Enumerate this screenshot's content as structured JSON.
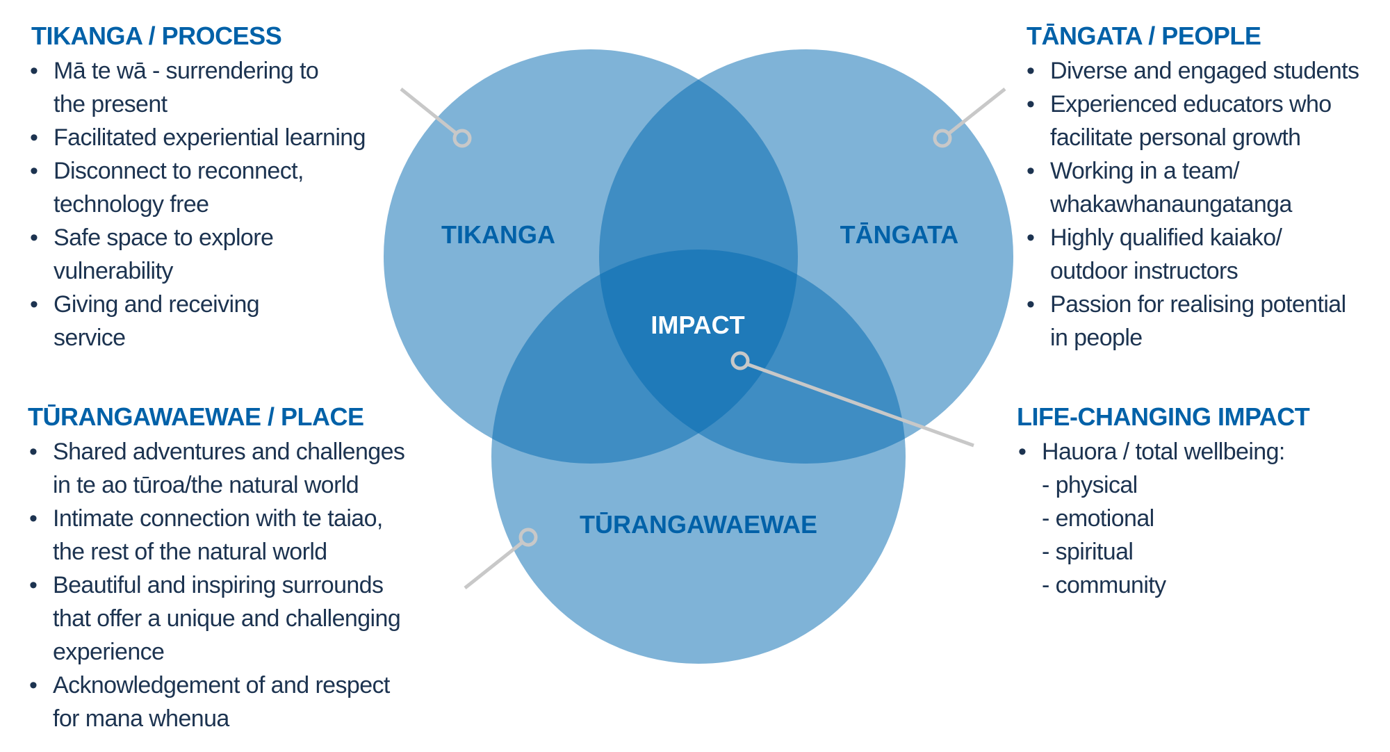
{
  "colors": {
    "circle_fill": "#0067af",
    "heading": "#0061a8",
    "body_text": "#1c3350",
    "connector": "#c8c8c8",
    "center_label": "#ffffff"
  },
  "circles": {
    "tikanga": "TIKANGA",
    "tangata": "TĀNGATA",
    "turangawaewae": "TŪRANGAWAEWAE",
    "impact": "IMPACT"
  },
  "tikanga": {
    "heading": "TIKANGA / PROCESS",
    "items": [
      [
        "Mā te wā - surrendering to",
        "the present"
      ],
      [
        "Facilitated experiential learning"
      ],
      [
        "Disconnect to reconnect,",
        "technology free"
      ],
      [
        "Safe space to explore",
        "vulnerability"
      ],
      [
        "Giving and receiving",
        "service"
      ]
    ]
  },
  "tangata": {
    "heading": "TĀNGATA / PEOPLE",
    "items": [
      [
        "Diverse and engaged students"
      ],
      [
        "Experienced educators who",
        "facilitate personal growth"
      ],
      [
        "Working in a team/",
        "whakawhanaungatanga"
      ],
      [
        "Highly qualified kaiako/",
        "outdoor instructors"
      ],
      [
        "Passion for realising potential",
        "in people"
      ]
    ]
  },
  "turangawaewae": {
    "heading": "TŪRANGAWAEWAE / PLACE",
    "items": [
      [
        "Shared adventures and challenges",
        "in te ao tūroa/the natural world"
      ],
      [
        "Intimate connection with te taiao,",
        "the rest of the natural world"
      ],
      [
        "Beautiful and inspiring surrounds",
        "that offer a unique and challenging",
        "experience"
      ],
      [
        "Acknowledgement of and respect",
        "for mana whenua"
      ]
    ]
  },
  "impact": {
    "heading": "LIFE-CHANGING IMPACT",
    "items": [
      [
        "Hauora / total wellbeing:"
      ]
    ],
    "sub_items": [
      "- physical",
      "- emotional",
      "- spiritual",
      "- community"
    ]
  },
  "bullet": "•"
}
